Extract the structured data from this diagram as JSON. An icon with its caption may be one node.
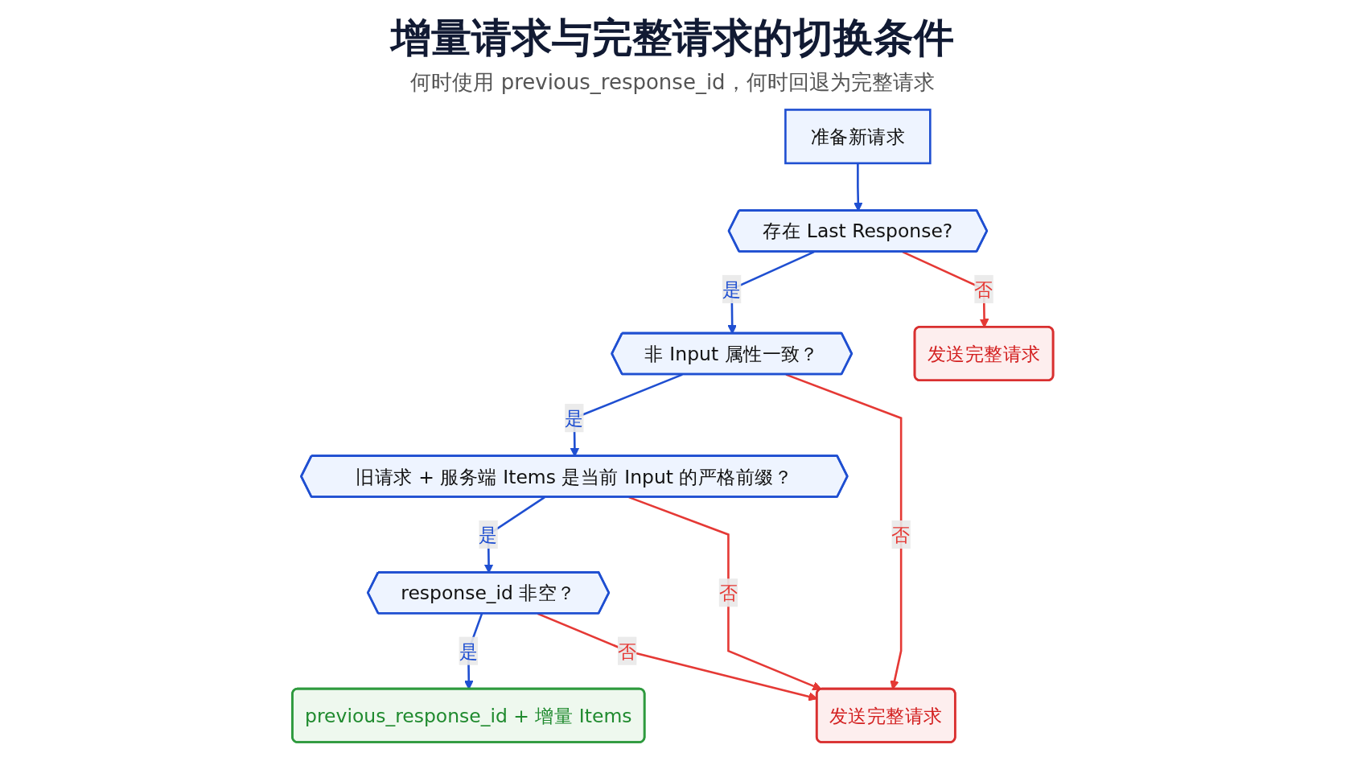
{
  "diagram": {
    "title": "增量请求与完整请求的切换条件",
    "caption": "何时使用 previous_response_id，何时回退为完整请求",
    "nodes": [
      {
        "text": [
          "准备新请求"
        ]
      },
      {
        "text": [
          "存在 Last Response?"
        ]
      },
      {
        "text": [
          "非 Input 属性一致？"
        ]
      },
      {
        "text": [
          "旧请求 + 服务端 Items 是当前 Input 的严格前缀？"
        ]
      },
      {
        "text": [
          "response_id 非空？"
        ]
      },
      {
        "text": [
          "发送完整请求"
        ]
      },
      {
        "text": [
          "previous_response_id + 增量 Items"
        ]
      },
      {
        "text": [
          "发送完整请求"
        ]
      }
    ],
    "edges": [
      {
        "from": 0,
        "to": 1,
        "arrow": "to"
      },
      {
        "from": 1,
        "to": 2,
        "arrow": "to",
        "label": "是"
      },
      {
        "from": 2,
        "to": 3,
        "arrow": "to",
        "label": "是"
      },
      {
        "from": 3,
        "to": 4,
        "arrow": "to",
        "label": "是"
      },
      {
        "from": 4,
        "to": 6,
        "arrow": "to",
        "label": "是"
      },
      {
        "from": 1,
        "to": 5,
        "arrow": "to",
        "label": "否",
        "color": "#e53935"
      },
      {
        "from": 2,
        "to": 7,
        "arrow": "to",
        "label": "否",
        "color": "#e53935"
      },
      {
        "from": 3,
        "to": 7,
        "arrow": "to",
        "label": "否",
        "color": "#e53935"
      },
      {
        "from": 4,
        "to": 7,
        "arrow": "to",
        "label": "否",
        "color": "#e53935"
      }
    ]
  }
}
